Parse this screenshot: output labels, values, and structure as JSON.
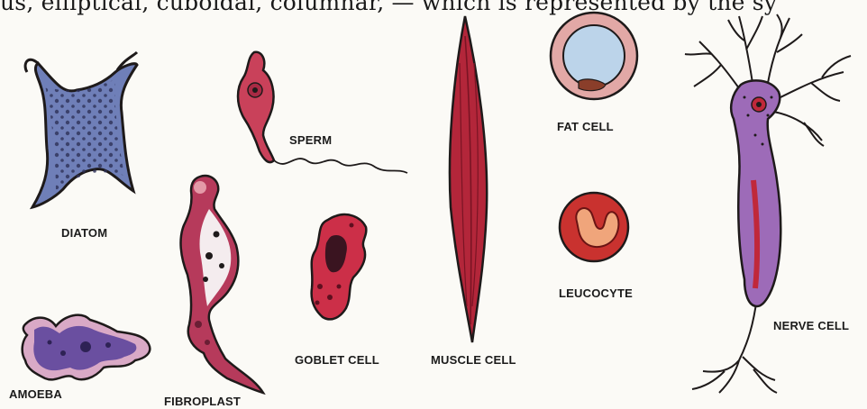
{
  "header": {
    "text": "us, elliptical, cuboidal, columnar, — which is represented by the sy"
  },
  "labels": {
    "diatom": "DIATOM",
    "sperm": "SPERM",
    "fibroplast": "FIBROPLAST",
    "goblet_cell": "GOBLET CELL",
    "muscle_cell": "MUSCLE CELL",
    "fat_cell": "FAT CELL",
    "leucocyte": "LEUCOCYTE",
    "nerve_cell": "NERVE CELL",
    "amoeba": "AMOEBA"
  },
  "colors": {
    "diatom_fill": "#6f7fb8",
    "amoeba_fill": "#6a4fa0",
    "sperm_fill": "#c9415a",
    "fibroplast_fill": "#b63a5b",
    "goblet_fill": "#cc2f48",
    "muscle_fill": "#b3263a",
    "fat_ring": "#e2a8a6",
    "fat_center": "#bcd4ea",
    "leucocyte_fill": "#c9322f",
    "nerve_fill": "#9d6bb8",
    "nucleus": "#c0283a",
    "outline": "#1e1a1a"
  }
}
